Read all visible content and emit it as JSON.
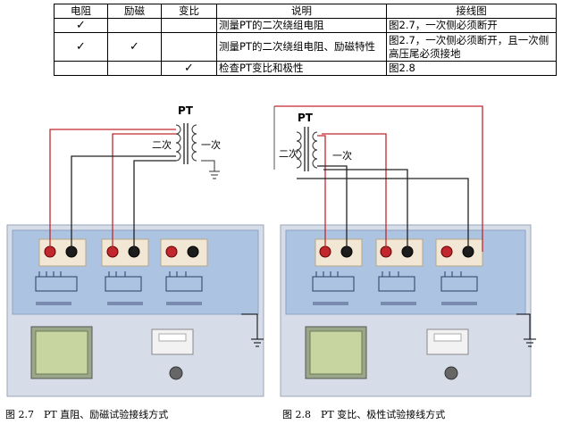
{
  "table": {
    "headers": [
      "电阻",
      "励磁",
      "变比",
      "说明",
      "接线图"
    ],
    "rows": [
      {
        "resistance": "✓",
        "excitation": "",
        "ratio": "",
        "description": "测量PT的二次绕组电阻",
        "wiring": "图2.7，一次侧必须断开"
      },
      {
        "resistance": "✓",
        "excitation": "✓",
        "ratio": "",
        "description": "测量PT的二次绕组电阻、励磁特性",
        "wiring": "图2.7，一次侧必须断开，且一次侧高压尾必须接地"
      },
      {
        "resistance": "",
        "excitation": "",
        "ratio": "✓",
        "description": "检查PT变比和极性",
        "wiring": "图2.8"
      }
    ]
  },
  "figures": [
    {
      "pt_label": "PT",
      "secondary_label": "二次",
      "primary_label": "一次",
      "caption": "图 2.7　PT 直阻、励磁试验接线方式"
    },
    {
      "pt_label": "PT",
      "secondary_label": "二次",
      "primary_label": "一次",
      "caption": "图 2.8　PT 变比、极性试验接线方式"
    }
  ],
  "colors": {
    "panel": "#d6dde8",
    "subpanel": "#adc3e2",
    "wire_red": "#c0282e",
    "wire_black": "#222222",
    "screen": "#c7d5a0"
  }
}
